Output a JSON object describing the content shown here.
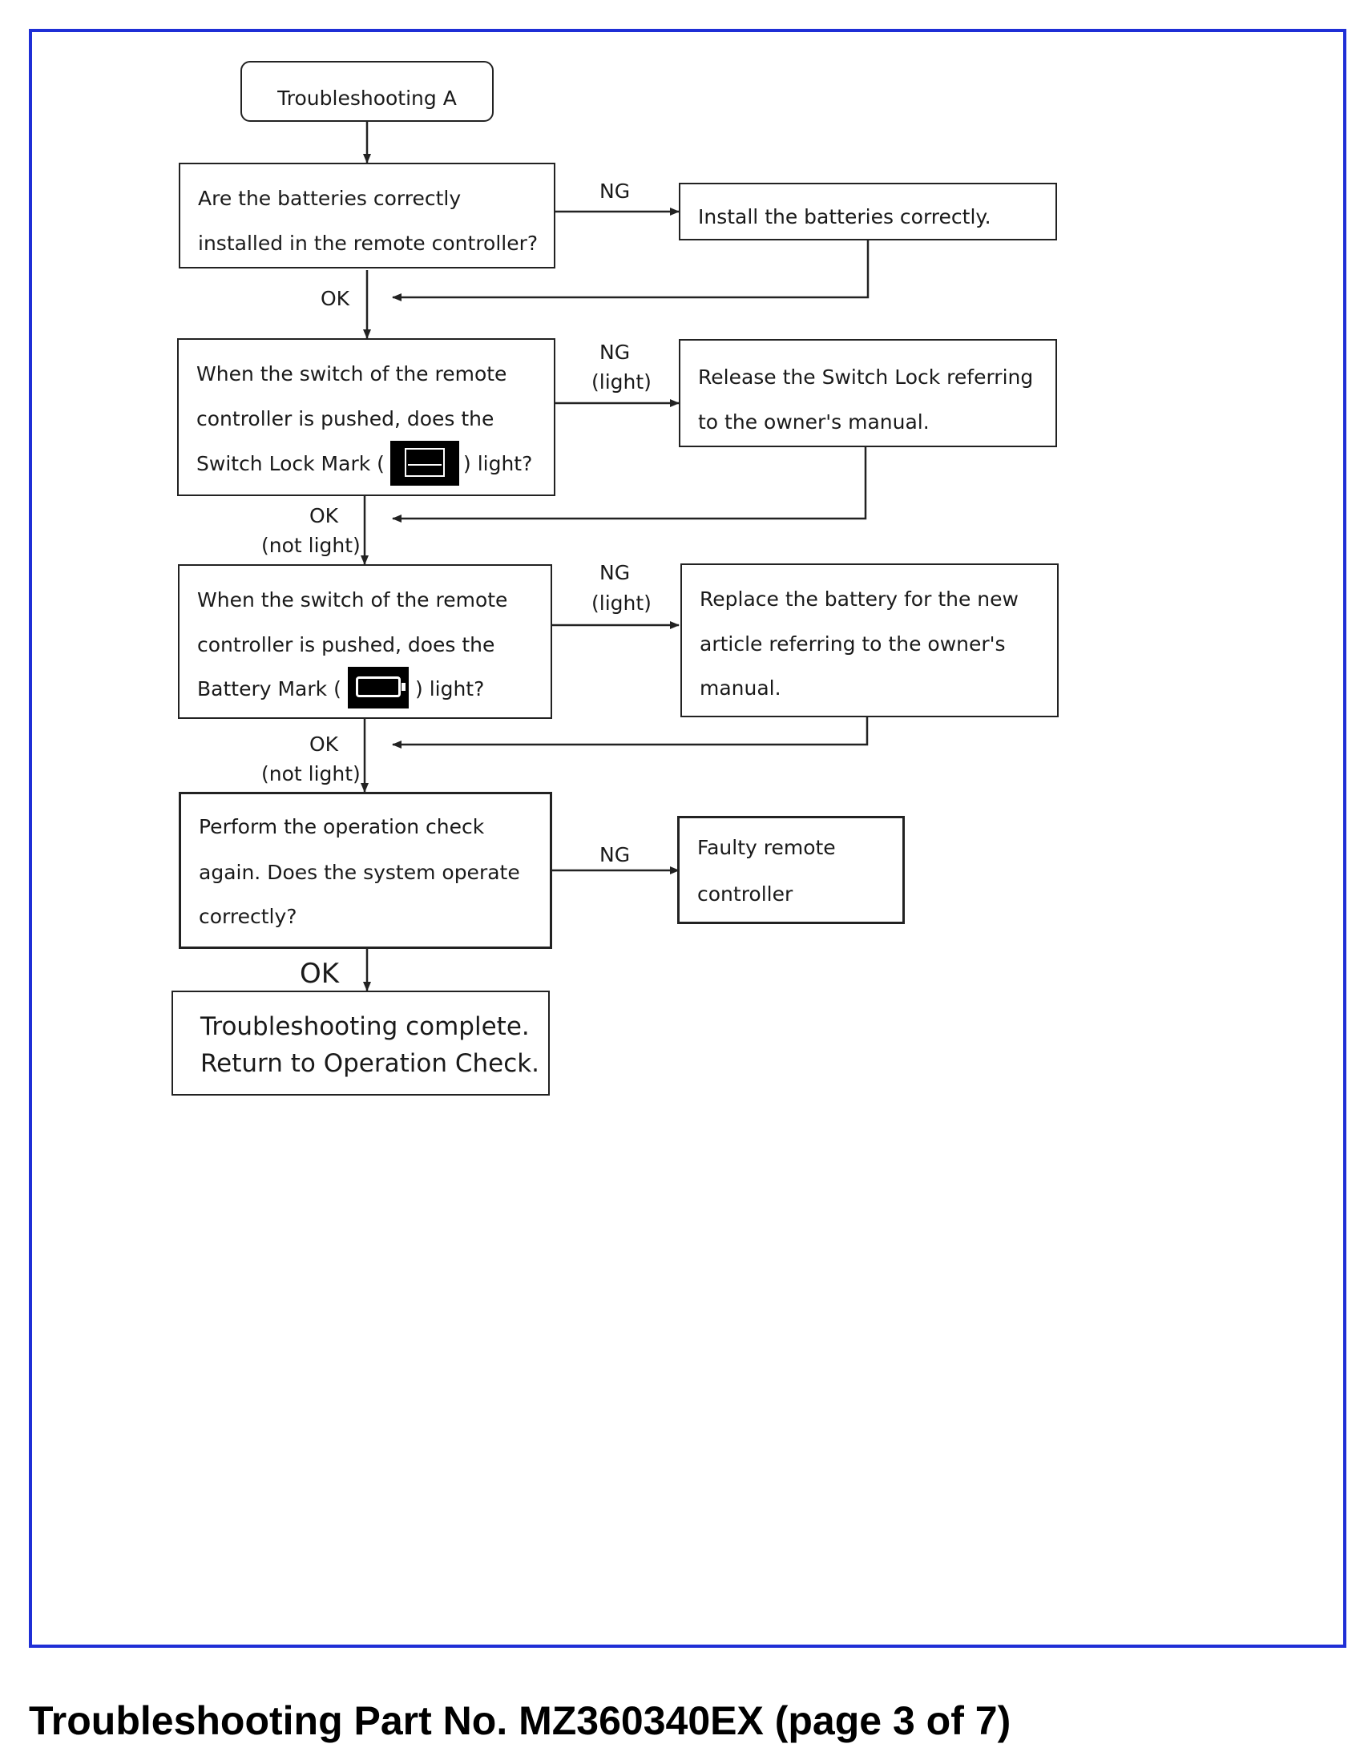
{
  "flowchart": {
    "start": "Troubleshooting A",
    "q1": {
      "lines": [
        "Are the batteries correctly",
        "installed in the remote controller?"
      ],
      "ng_label": "NG",
      "ng_action": "Install the batteries correctly.",
      "ok_label": "OK"
    },
    "q2": {
      "lines": [
        "When the switch of the remote",
        "controller is pushed, does the"
      ],
      "line3_prefix": "Switch Lock Mark (",
      "line3_suffix": ") light?",
      "icon": "switch-lock-mark-icon",
      "ng_label": "NG",
      "ng_sublabel": "(light)",
      "ng_action_lines": [
        "Release the Switch Lock referring",
        "to the owner's manual."
      ],
      "ok_label": "OK",
      "ok_sublabel": "(not light)"
    },
    "q3": {
      "lines": [
        "When the switch of the remote",
        "controller is pushed, does the"
      ],
      "line3_prefix": "Battery Mark (",
      "line3_suffix": ") light?",
      "icon": "battery-mark-icon",
      "ng_label": "NG",
      "ng_sublabel": "(light)",
      "ng_action_lines": [
        "Replace the battery for the new",
        "article referring to the owner's",
        "manual."
      ],
      "ok_label": "OK",
      "ok_sublabel": "(not light)"
    },
    "q4": {
      "lines": [
        "Perform the operation check",
        "again. Does the system operate",
        "correctly?"
      ],
      "ng_label": "NG",
      "ng_action_lines": [
        "Faulty remote",
        "controller"
      ],
      "ok_label": "OK"
    },
    "end_lines": [
      "Troubleshooting complete.",
      "Return to Operation Check."
    ]
  },
  "footer": "Troubleshooting Part No. MZ360340EX (page 3 of 7)",
  "colors": {
    "frame": "#1f2fd6",
    "lines": "#222222"
  }
}
